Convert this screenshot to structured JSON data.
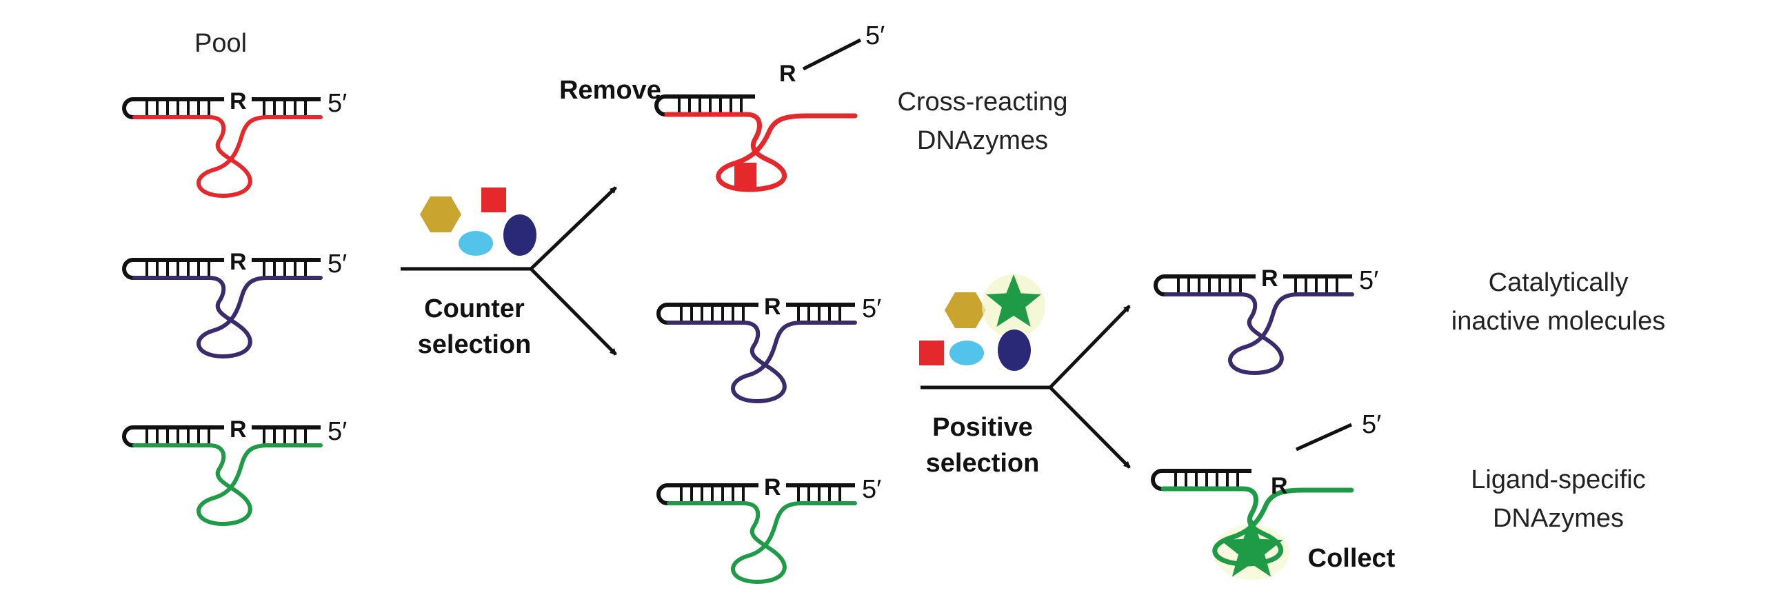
{
  "labels": {
    "pool": "Pool",
    "counter_1": "Counter",
    "counter_2": "selection",
    "remove": "Remove",
    "cross_1": "Cross-reacting",
    "cross_2": "DNAzymes",
    "positive_1": "Positive",
    "positive_2": "selection",
    "inactive_1": "Catalytically",
    "inactive_2": "inactive molecules",
    "ligand_1": "Ligand-specific",
    "ligand_2": "DNAzymes",
    "collect": "Collect"
  },
  "molecule_text": {
    "ribo": "R",
    "five_prime": "5′"
  },
  "colors": {
    "red": "#e5282c",
    "purple": "#3a2c6a",
    "green": "#1f9b48",
    "gold": "#c9a42e",
    "cyan": "#52c4ea",
    "navy": "#2a2978",
    "black": "#111111"
  },
  "molecules": [
    {
      "id": "pool-red",
      "color": "red",
      "state": "intact"
    },
    {
      "id": "pool-purple",
      "color": "purple",
      "state": "intact"
    },
    {
      "id": "pool-green",
      "color": "green",
      "state": "intact"
    },
    {
      "id": "removed-red",
      "color": "red",
      "state": "cleaved",
      "bound": "square"
    },
    {
      "id": "counter-purple",
      "color": "purple",
      "state": "intact"
    },
    {
      "id": "counter-green",
      "color": "green",
      "state": "intact"
    },
    {
      "id": "inactive-purple",
      "color": "purple",
      "state": "intact"
    },
    {
      "id": "collected-green",
      "color": "green",
      "state": "cleaved",
      "bound": "star"
    }
  ],
  "ligands": {
    "counter": [
      "hexagon",
      "square",
      "cyan-oval",
      "navy-oval"
    ],
    "positive": [
      "hexagon",
      "star",
      "square",
      "cyan-oval",
      "navy-oval"
    ]
  }
}
